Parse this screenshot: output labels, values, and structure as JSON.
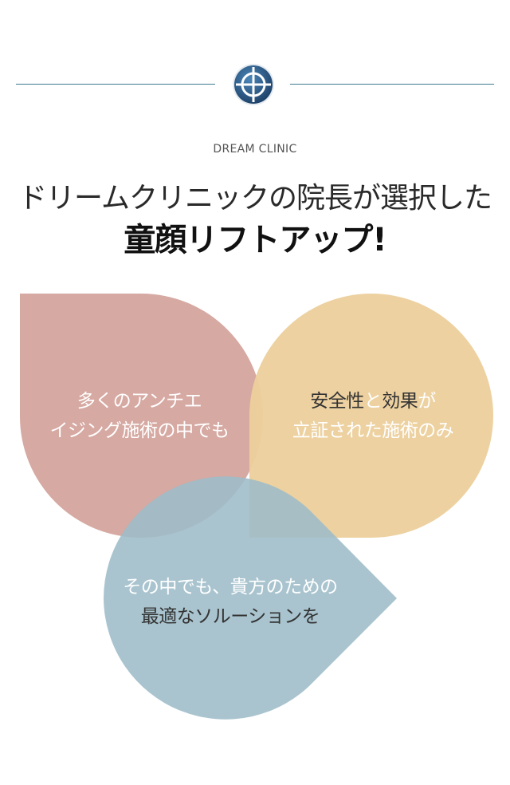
{
  "header": {
    "label": "DREAM CLINIC",
    "title_line1": "ドリームクリニックの院長が選択した",
    "title_line2": "童顔リフトアップ!"
  },
  "shapes": {
    "rose": {
      "line1": "多くのアンチエ",
      "line2": "イジング施術の中でも",
      "color": "#d6a9a2"
    },
    "sand": {
      "line1_part1": "安全性",
      "line1_part2": "と",
      "line1_part3": "効果",
      "line1_part4": "が",
      "line2": "立証された施術のみ",
      "color": "#eccf9c"
    },
    "teal": {
      "line1": "その中でも、貴方のための",
      "line2": "最適なソルーションを",
      "color": "#9dbcc8"
    }
  },
  "colors": {
    "divider": "#3d7d93",
    "logo_outer": "#2f5f90",
    "logo_ring": "#ffffff",
    "text_highlight": "#333333"
  },
  "icons": {
    "logo": "crosshair-globe-icon"
  }
}
